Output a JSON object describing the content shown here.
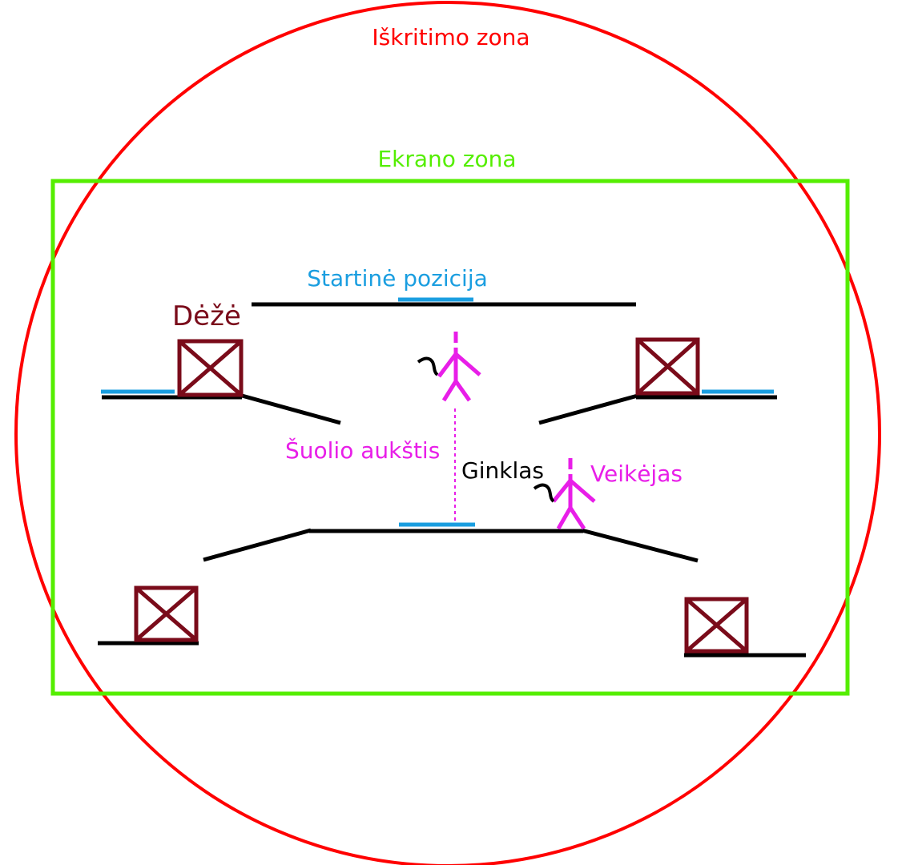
{
  "labels": {
    "fall_zone": "Iškritimo zona",
    "screen_zone": "Ekrano zona",
    "start_position": "Startinė pozicija",
    "box": "Dėžė",
    "jump_height": "Šuolio aukštis",
    "weapon": "Ginklas",
    "character": "Veikėjas"
  },
  "colors": {
    "fall_zone": "#ff0000",
    "screen_zone": "#55ee00",
    "start_position": "#1a9ee0",
    "box": "#7a0b1a",
    "character": "#e81ee8",
    "platform": "#000000",
    "weapon": "#000000"
  }
}
